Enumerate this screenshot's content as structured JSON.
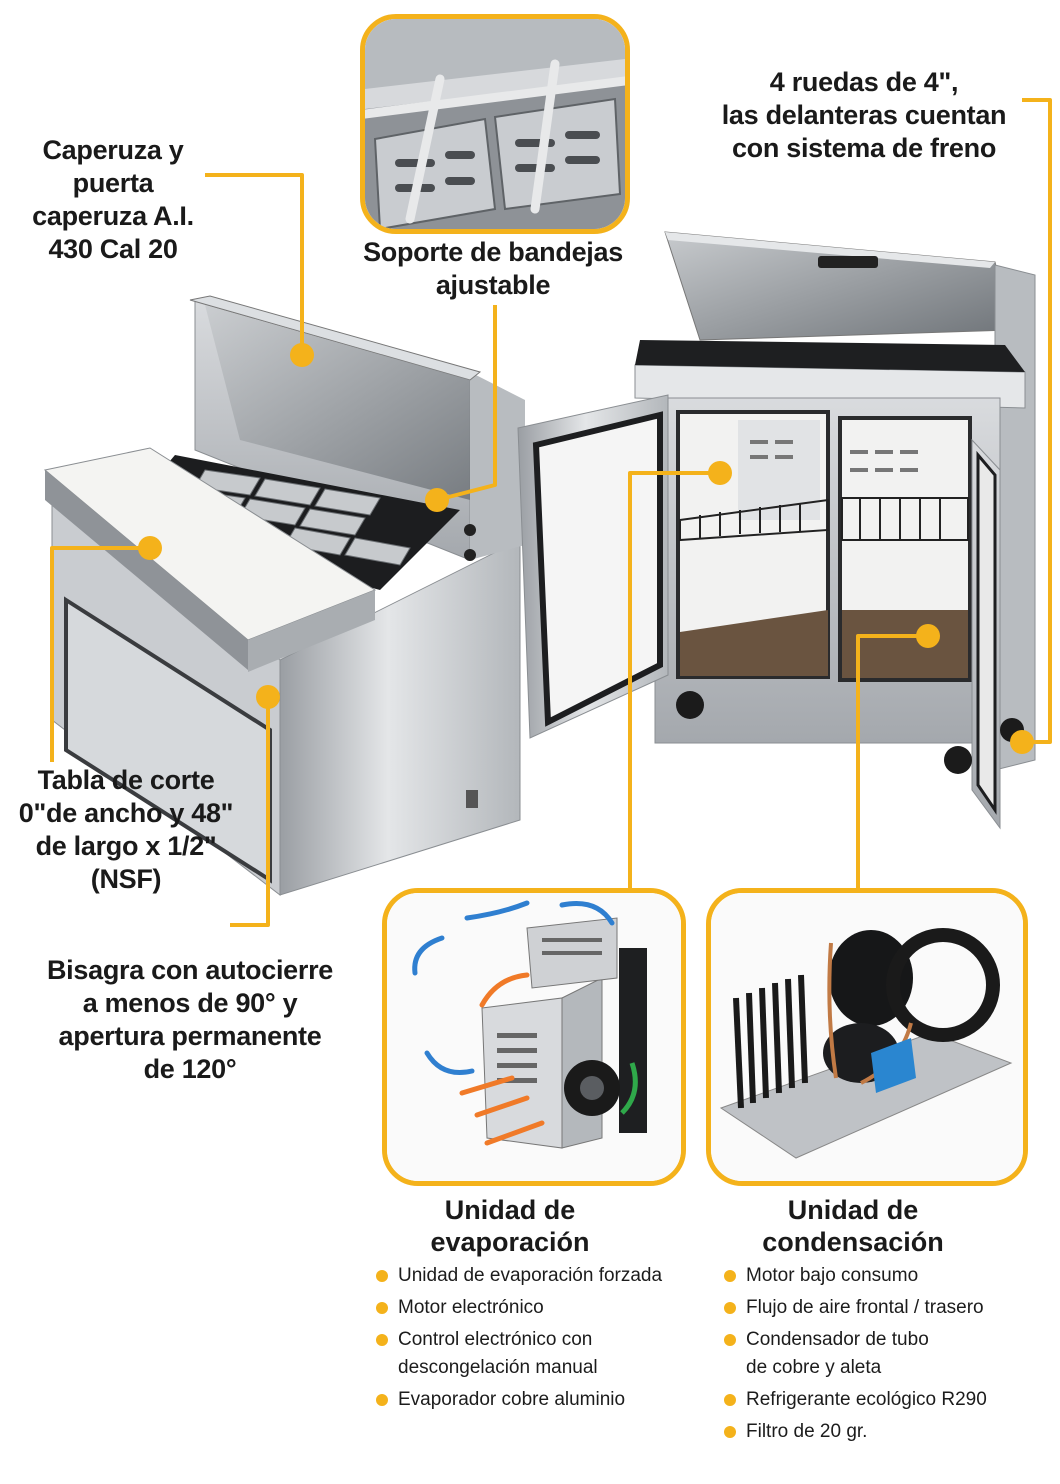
{
  "accent_color": "#f4b21b",
  "callouts": {
    "caperuza": [
      "Caperuza y",
      "puerta",
      "caperuza A.I.",
      "430 Cal 20"
    ],
    "soporte": [
      "Soporte de bandejas",
      "ajustable"
    ],
    "ruedas": [
      "4 ruedas de 4\",",
      "las delanteras cuentan",
      "con sistema de freno"
    ],
    "tabla": [
      "Tabla de corte",
      "0\"de ancho y 48\"",
      "de largo x 1/2\"",
      "(NSF)"
    ],
    "bisagra": [
      "Bisagra con autocierre",
      "a menos de 90°  y",
      "apertura permanente",
      "de 120°"
    ]
  },
  "evaporacion": {
    "title": [
      "Unidad de",
      "evaporación"
    ],
    "items": [
      [
        "Unidad de evaporación forzada"
      ],
      [
        "Motor electrónico"
      ],
      [
        "Control electrónico con",
        "descongelación manual"
      ],
      [
        "Evaporador cobre aluminio"
      ]
    ]
  },
  "condensacion": {
    "title": [
      "Unidad de",
      "condensación"
    ],
    "items": [
      [
        "Motor bajo consumo"
      ],
      [
        "Flujo de aire frontal / trasero"
      ],
      [
        "Condensador de tubo",
        "de cobre y aleta"
      ],
      [
        "Refrigerante ecológico R290"
      ],
      [
        "Filtro de 20 gr."
      ]
    ]
  },
  "icons": [
    "airflow-arrow-icon",
    "callout-dot-icon"
  ]
}
